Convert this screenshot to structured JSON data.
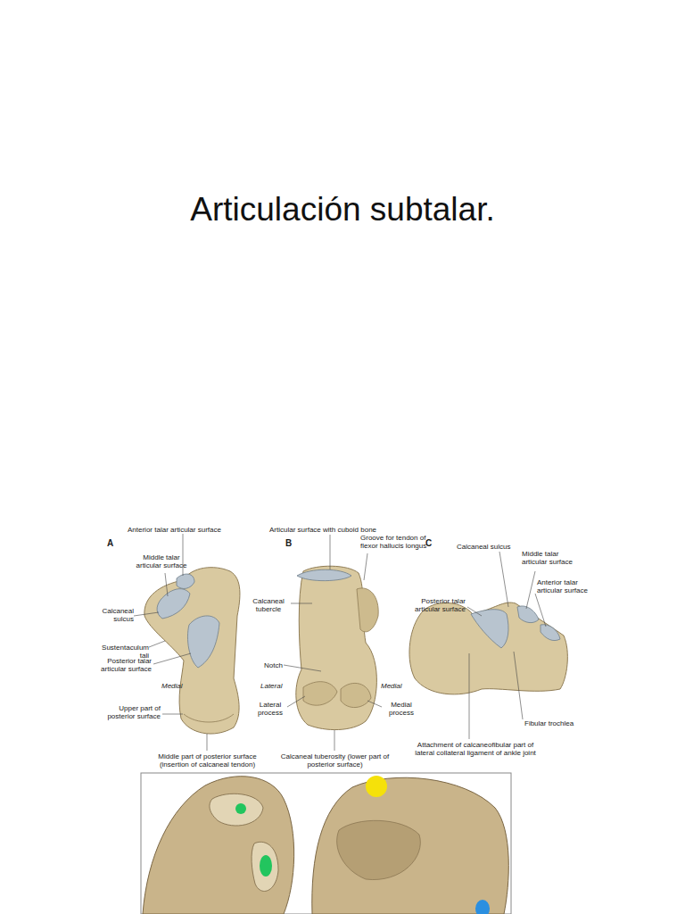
{
  "diagram": {
    "title": "Articulación subtalar.",
    "labels": [
      "A",
      "Anterior talar articular surface",
      "Middle talar articular surface",
      "Calcaneal sulcus",
      "Sustentaculum tali",
      "Posterior talar articular surface",
      "Medial",
      "Upper part of posterior surface",
      "Middle part of posterior surface (insertion of calcaneal tendon)",
      "B",
      "Articular surface with cuboid bone",
      "Groove for tendon of flexor hallucis longus",
      "Calcaneal tubercle",
      "Notch",
      "Lateral",
      "Medial",
      "Lateral process",
      "Medial process",
      "Calcaneal tuberosity (lower part of posterior surface)",
      "C",
      "Calcaneal sulcus",
      "Middle talar articular surface",
      "Anterior talar articular surface",
      "Posterior talar articular surface",
      "Fibular trochlea",
      "Attachment of calcaneofibular part of lateral collateral ligament of ankle joint"
    ]
  }
}
